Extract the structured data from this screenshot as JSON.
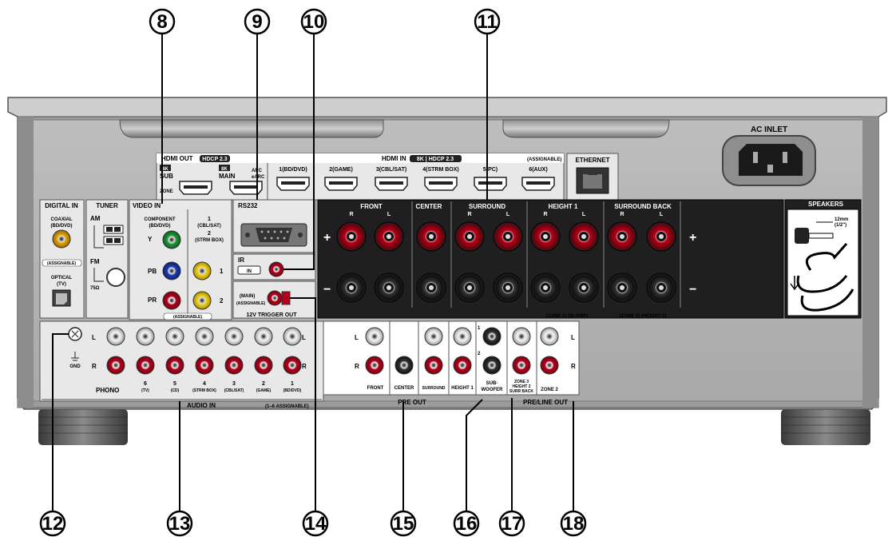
{
  "callouts": [
    "8",
    "9",
    "10",
    "11",
    "12",
    "13",
    "14",
    "15",
    "16",
    "17",
    "18"
  ],
  "hdmi": {
    "out_title": "HDMI OUT",
    "out_badge": "HDCP 2.3",
    "sub_badge": "8K",
    "sub_label": "SUB",
    "zone_label": "ZONE",
    "main_badge": "8K",
    "main_label": "MAIN",
    "arc_label": "ARC",
    "earc_label": "eARC",
    "in_title": "HDMI IN",
    "in_badge": "8K | HDCP 2.3",
    "assignable": "(ASSIGNABLE)",
    "inputs": [
      "1(BD/DVD)",
      "2(GAME)",
      "3(CBL/SAT)",
      "4(STRM BOX)",
      "5(PC)",
      "6(AUX)"
    ]
  },
  "ethernet": "ETHERNET",
  "ac_inlet": "AC INLET",
  "digital_in": {
    "title": "DIGITAL IN",
    "coaxial": "COAXIAL",
    "coaxial_src": "(BD/DVD)",
    "assignable": "(ASSIGNABLE)",
    "optical": "OPTICAL",
    "optical_src": "(TV)"
  },
  "tuner": {
    "title": "TUNER",
    "am": "AM",
    "fm": "FM",
    "ohm": "75Ω"
  },
  "video_in": {
    "title": "VIDEO IN",
    "component": "COMPONENT",
    "component_src": "(BD/DVD)",
    "y": "Y",
    "pb": "PB",
    "pr": "PR",
    "in1_num": "1",
    "in1_src": "(CBL/SAT)",
    "in2_num": "2",
    "in2_src": "(STRM BOX)",
    "jack1": "1",
    "jack2": "2",
    "assignable": "(ASSIGNABLE)"
  },
  "rs232": "RS232",
  "ir": {
    "title": "IR",
    "in": "IN"
  },
  "trigger": {
    "main": "(MAIN)",
    "assignable": "(ASSIGNABLE)",
    "title": "12V TRIGGER OUT"
  },
  "speakers": {
    "front": "FRONT",
    "center": "CENTER",
    "surround": "SURROUND",
    "height1": "HEIGHT 1",
    "surround_back": "SURROUND BACK",
    "r": "R",
    "l": "L",
    "plus": "+",
    "minus": "−",
    "zone2_biamp": "(ZONE 2) (BI-AMP)",
    "zone3_height2": "(ZONE 3) (HEIGHT 2)",
    "title": "SPEAKERS",
    "wire_length": "12mm",
    "wire_inch": "(1/2\")"
  },
  "audio_in": {
    "l": "L",
    "r": "R",
    "gnd": "GND",
    "phono": "PHONO",
    "title": "AUDIO IN",
    "assignable": "(1–6 ASSIGNABLE)",
    "inputs": [
      {
        "num": "6",
        "src": "(TV)"
      },
      {
        "num": "5",
        "src": "(CD)"
      },
      {
        "num": "4",
        "src": "(STRM BOX)"
      },
      {
        "num": "3",
        "src": "(CBL/SAT)"
      },
      {
        "num": "2",
        "src": "(GAME)"
      },
      {
        "num": "1",
        "src": "(BD/DVD)"
      }
    ]
  },
  "pre_out": {
    "l": "L",
    "r": "R",
    "front": "FRONT",
    "center": "CENTER",
    "surround": "SURROUND",
    "height1": "HEIGHT 1",
    "sub": "SUB-",
    "woofer": "WOOFER",
    "sub1": "1",
    "sub2": "2",
    "title": "PRE OUT"
  },
  "line_out": {
    "zone3_a": "ZONE 3",
    "zone3_b": "HEIGHT 2",
    "zone3_c": "SURR BACK",
    "zone2": "ZONE 2",
    "l": "L",
    "r": "R",
    "title": "PRE/LINE OUT"
  }
}
